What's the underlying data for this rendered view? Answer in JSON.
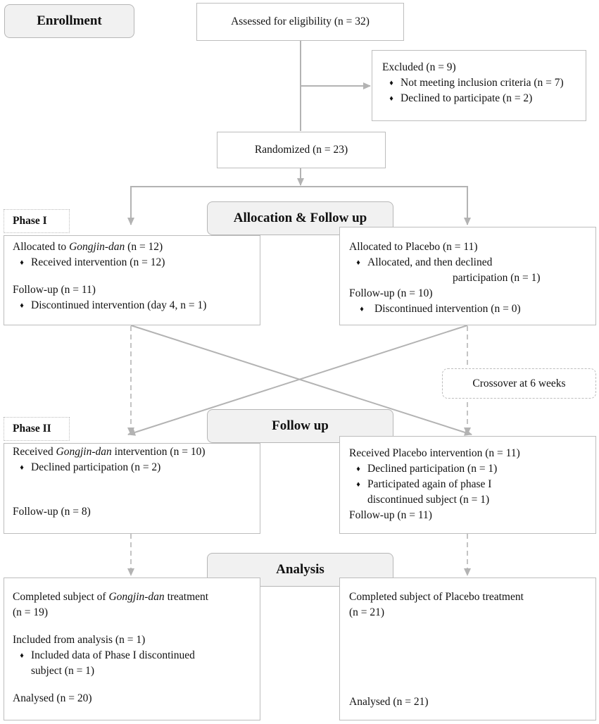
{
  "enrollment": {
    "header": "Enrollment",
    "assessed": "Assessed for eligibility (n = 32)",
    "excluded": {
      "title": "Excluded (n = 9)",
      "items": [
        "Not meeting inclusion criteria (n = 7)",
        "Declined to participate (n = 2)"
      ]
    },
    "randomized": "Randomized (n = 23)"
  },
  "bullet_symbol": "♦",
  "allocation": {
    "header": "Allocation & Follow up",
    "phase_label": "Phase I",
    "left": {
      "title_pre": "Allocated to ",
      "title_drug": "Gongjin-dan",
      "title_post": " (n = 12)",
      "item1": "Received intervention (n = 12)",
      "followup": "Follow-up (n = 11)",
      "item2": "Discontinued intervention (day 4, n = 1)"
    },
    "right": {
      "title": "Allocated to Placebo (n = 11)",
      "item1_line1": "Allocated, and then declined",
      "item1_line2": "participation (n = 1)",
      "followup": "Follow-up (n = 10)",
      "item2": "Discontinued intervention (n = 0)"
    }
  },
  "crossover": "Crossover at 6 weeks",
  "followup": {
    "header": "Follow up",
    "phase_label": "Phase II",
    "left": {
      "title_pre": "Received ",
      "title_drug": "Gongjin-dan",
      "title_post": " intervention (n = 10)",
      "item1": "Declined participation (n = 2)",
      "followup": "Follow-up (n = 8)"
    },
    "right": {
      "title": "Received Placebo intervention (n = 11)",
      "item1": "Declined participation (n = 1)",
      "item2_line1": "Participated again of phase I",
      "item2_line2": "discontinued subject (n = 1)",
      "followup": "Follow-up (n = 11)"
    }
  },
  "analysis": {
    "header": "Analysis",
    "left": {
      "title_pre": "Completed subject of ",
      "title_drug": "Gongjin-dan",
      "title_post": " treatment",
      "title_n": "(n = 19)",
      "included": "Included from analysis (n = 1)",
      "item1_line1": "Included data of Phase I discontinued",
      "item1_line2": "subject (n = 1)",
      "analysed": "Analysed (n = 20)"
    },
    "right": {
      "title": "Completed subject of Placebo treatment",
      "title_n": "(n = 21)",
      "analysed": "Analysed (n = 21)"
    }
  }
}
